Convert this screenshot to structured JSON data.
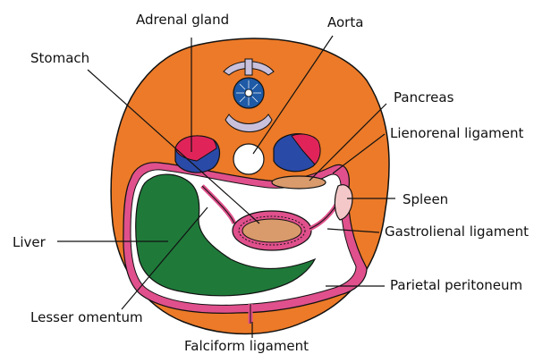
{
  "labels": {
    "adrenal_gland": "Adrenal gland",
    "aorta": "Aorta",
    "stomach": "Stomach",
    "pancreas": "Pancreas",
    "lienorenal_ligament": "Lienorenal ligament",
    "spleen": "Spleen",
    "gastrolienal_ligament": "Gastrolienal ligament",
    "liver": "Liver",
    "parietal_peritoneum": "Parietal peritoneum",
    "lesser_omentum": "Lesser omentum",
    "falciform_ligament": "Falciform ligament"
  },
  "colors": {
    "body_wall": "#ec7a28",
    "peritoneum": "#e0508c",
    "liver": "#1f7a3a",
    "kidney_red": "#e0245a",
    "kidney_blue": "#2a4aa8",
    "vertebra_blue": "#1e5aa6",
    "vertebra_grey": "#c9c0dc",
    "organ_tan": "#d99a6c",
    "spleen": "#f4c8c8",
    "outline": "#111111"
  }
}
